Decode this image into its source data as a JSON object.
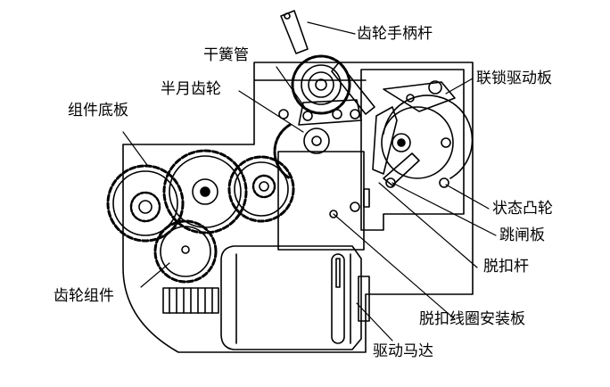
{
  "diagram": {
    "labels": {
      "gear_handle_lever": "齿轮手柄杆",
      "reed_switch": "干簧管",
      "half_moon_gear": "半月齿轮",
      "base_plate": "组件底板",
      "interlock_drive_plate": "联锁驱动板",
      "status_cam": "状态凸轮",
      "trip_plate": "跳闸板",
      "release_lever": "脱扣杆",
      "gear_assembly": "齿轮组件",
      "trip_coil_mount_plate": "脱扣线圈安装板",
      "drive_motor": "驱动马达"
    },
    "line_color": "#000000",
    "background": "#ffffff"
  }
}
